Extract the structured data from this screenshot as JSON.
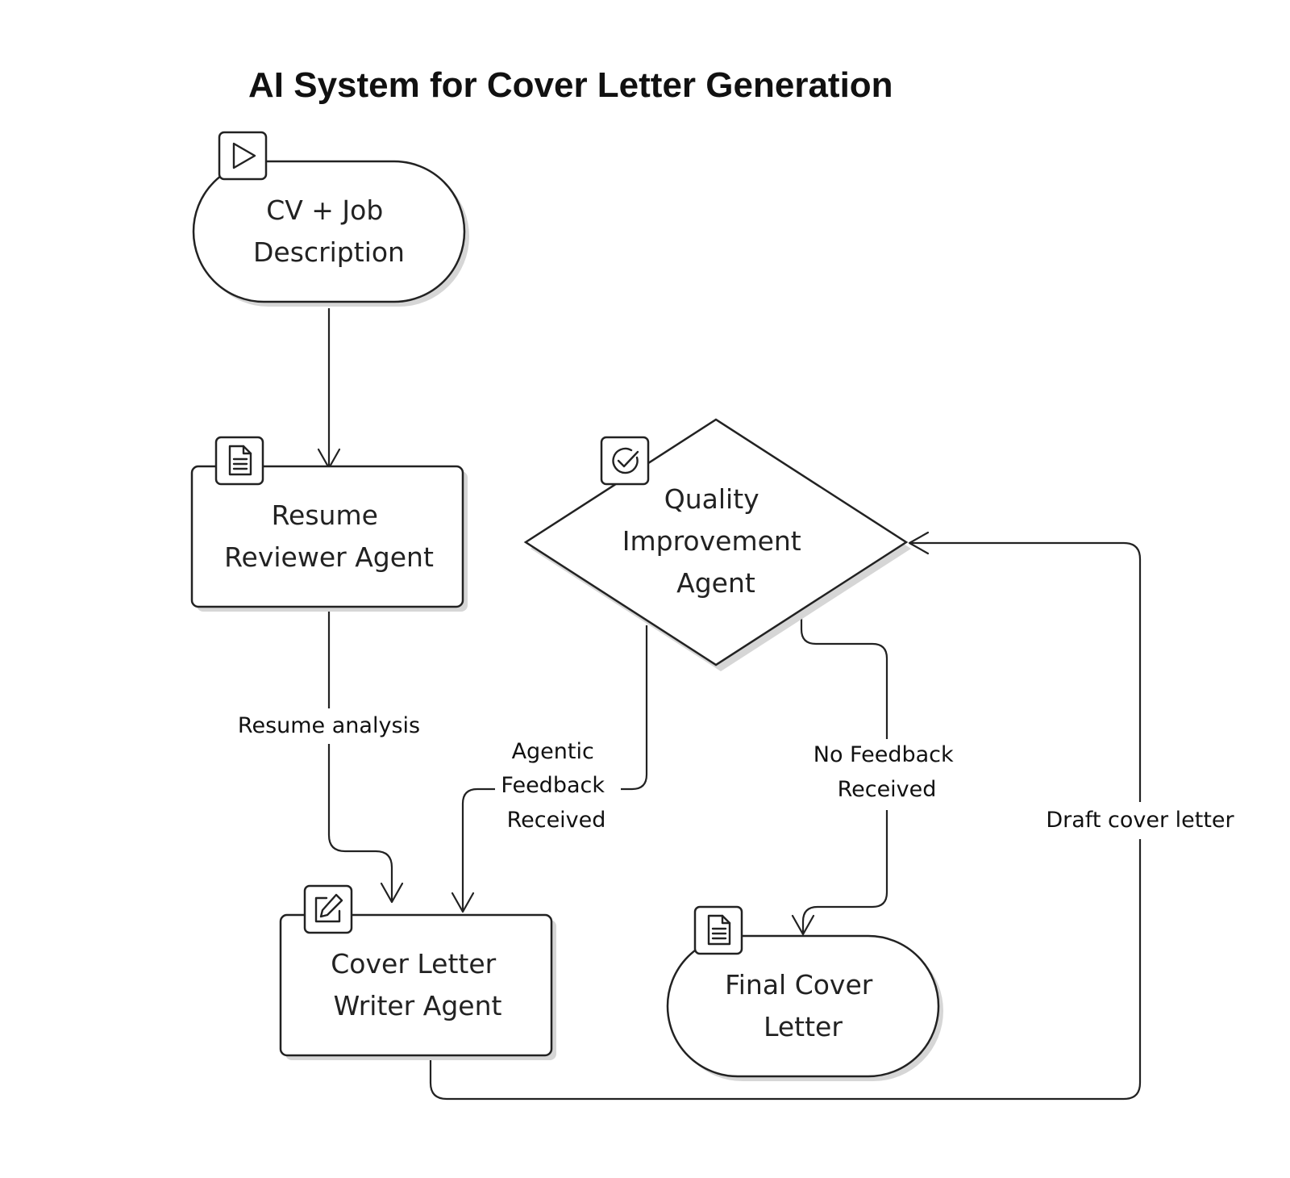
{
  "title": "AI System for Cover Letter Generation",
  "nodes": {
    "start": {
      "lines": [
        "CV + Job",
        "Description"
      ],
      "shape": "stadium",
      "icon": "play-icon"
    },
    "reviewer": {
      "lines": [
        "Resume",
        "Reviewer Agent"
      ],
      "shape": "rounded-rectangle",
      "icon": "document-icon"
    },
    "quality": {
      "lines": [
        "Quality",
        "Improvement",
        "Agent"
      ],
      "shape": "diamond",
      "icon": "check-circle-icon"
    },
    "writer": {
      "lines": [
        "Cover Letter",
        "Writer Agent"
      ],
      "shape": "rounded-rectangle",
      "icon": "edit-icon"
    },
    "final": {
      "lines": [
        "Final Cover",
        "Letter"
      ],
      "shape": "stadium",
      "icon": "document-icon"
    }
  },
  "edges": {
    "start_to_reviewer": {
      "from": "CV + Job Description",
      "to": "Resume Reviewer Agent",
      "label": []
    },
    "reviewer_to_writer": {
      "from": "Resume Reviewer Agent",
      "to": "Cover Letter Writer Agent",
      "label": [
        "Resume analysis"
      ]
    },
    "quality_to_writer": {
      "from": "Quality Improvement Agent",
      "to": "Cover Letter Writer Agent",
      "label": [
        "Agentic",
        "Feedback",
        "Received"
      ]
    },
    "quality_to_final": {
      "from": "Quality Improvement Agent",
      "to": "Final Cover Letter",
      "label": [
        "No Feedback",
        "Received"
      ]
    },
    "writer_to_quality": {
      "from": "Cover Letter Writer Agent",
      "to": "Quality Improvement Agent",
      "label": [
        "Draft cover letter"
      ]
    }
  },
  "colors": {
    "stroke": "#222222",
    "fill": "#ffffff",
    "shadow": "#d6d6d6",
    "text": "#111111"
  }
}
